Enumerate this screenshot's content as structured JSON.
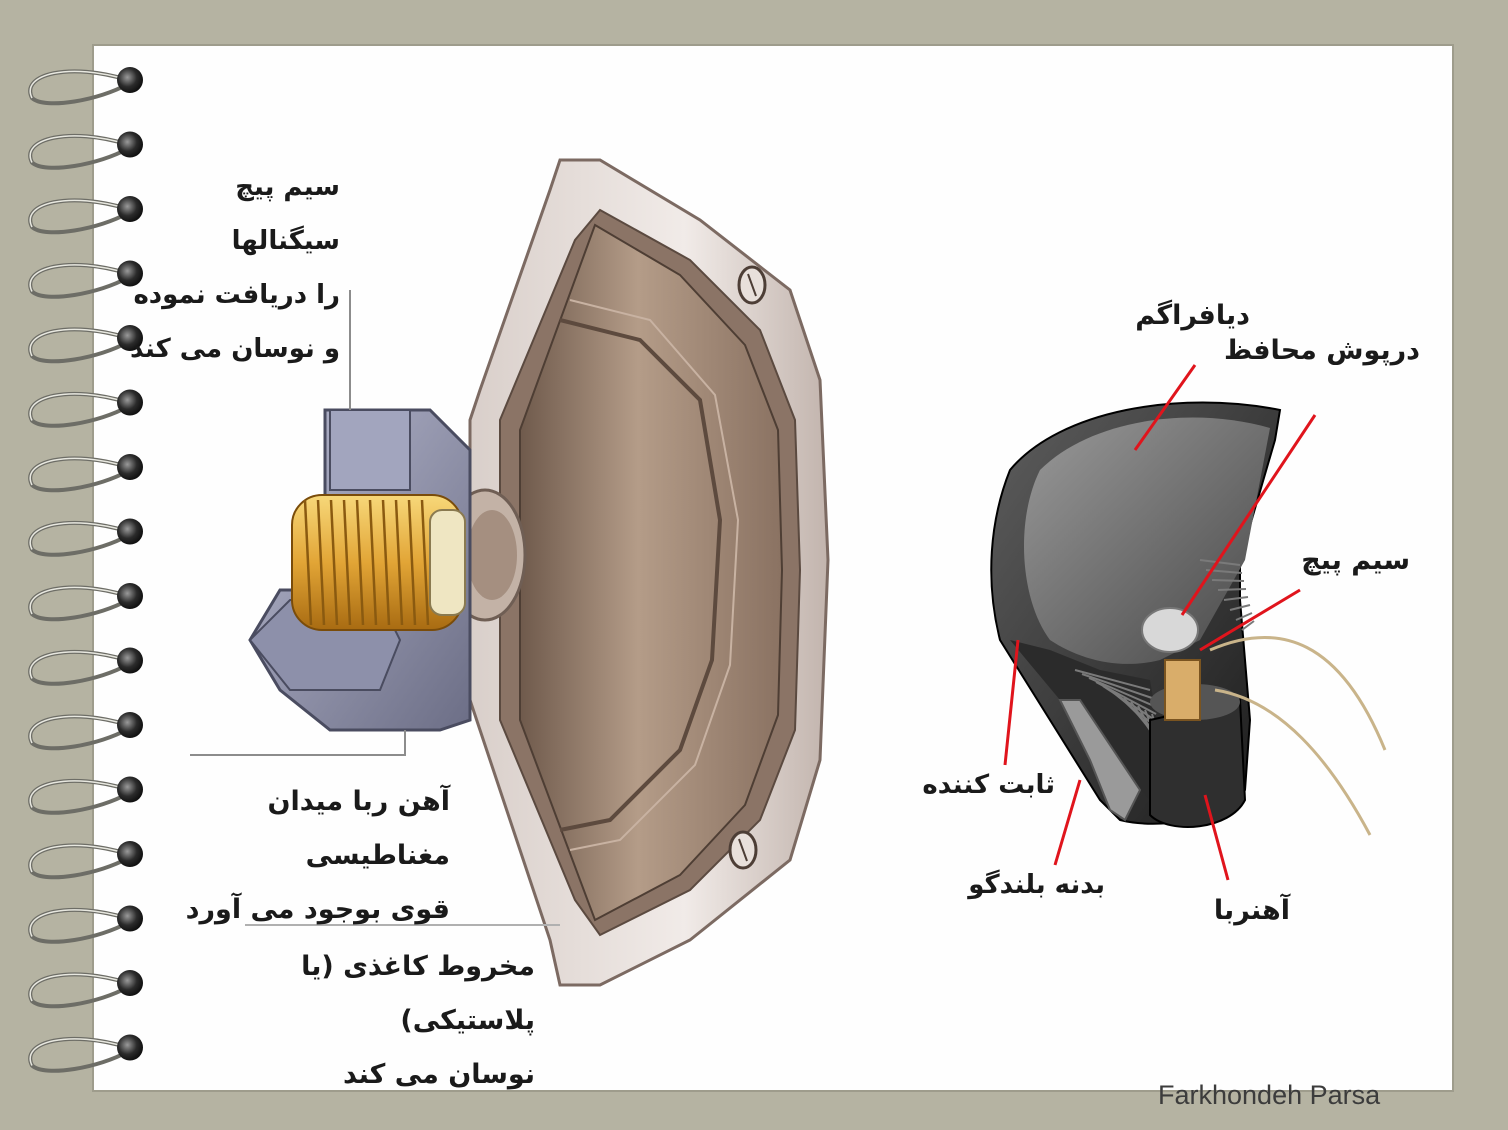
{
  "slide": {
    "author": "Farkhondeh Parsa"
  },
  "left_diagram": {
    "labels": {
      "voice_coil": "سیم پیچ سیگنالها\nرا دریافت نموده\nو نوسان می کند",
      "magnet": "آهن ربا میدان مغناطیسی\nقوی بوجود می آورد",
      "cone": "مخروط کاغذی (یا پلاستیکی)\nنوسان می کند"
    }
  },
  "right_diagram": {
    "labels": {
      "diaphragm": "دیافراگم",
      "dust_cap": "درپوش محافظ",
      "voice_coil": "سیم پیچ",
      "holder": "ثابت کننده",
      "speaker_body": "بدنه بلندگو",
      "magnet": "آهنربا"
    }
  },
  "colors": {
    "background": "#b5b3a2",
    "card": "#fefefe",
    "leader_line": "#e0141c",
    "coil": "#e2a536"
  }
}
